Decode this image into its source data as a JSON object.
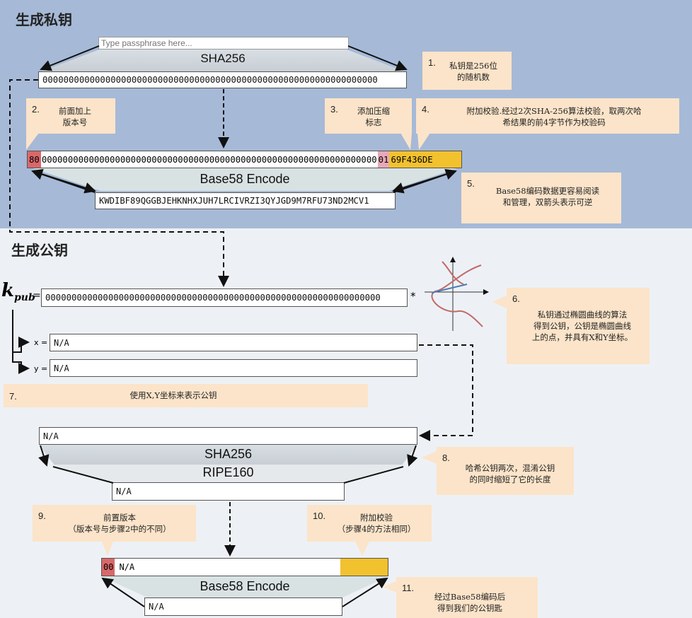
{
  "private_key_section": {
    "title": "生成私钥",
    "passphrase_placeholder": "Type passphrase here...",
    "sha256_label": "SHA256",
    "private_key_value": "0000000000000000000000000000000000000000000000000000000000000000",
    "version_prefix": "80",
    "compress_flag": "01",
    "checksum": "69F436DE",
    "extended_key_body": "0000000000000000000000000000000000000000000000000000000000000000",
    "base58_label": "Base58 Encode",
    "wif_value": "KWDIBF89QGGBJEHKNHXJUH7LRCIVRZI3QYJGD9M7RFU73ND2MCV1"
  },
  "public_key_section": {
    "title": "生成公钥",
    "kpub_symbol": "k",
    "kpub_sub": "pub",
    "equals": "=",
    "kpub_value": "0000000000000000000000000000000000000000000000000000000000000000",
    "multiply": "*",
    "x_label": "x =",
    "x_value": "N/A",
    "y_label": "y =",
    "y_value": "N/A",
    "concat_value": "N/A",
    "sha256_label": "SHA256",
    "ripe_label": "RIPE160",
    "ripe_value": "N/A",
    "version_prefix": "00",
    "address_body": "N/A",
    "base58_label": "Base58 Encode",
    "address_value": "N/A"
  },
  "notes": [
    {
      "num": "1.",
      "lines": [
        "私钥是256位",
        "的随机数"
      ]
    },
    {
      "num": "2.",
      "lines": [
        "前面加上",
        "版本号"
      ]
    },
    {
      "num": "3.",
      "lines": [
        "添加压缩",
        "标志"
      ]
    },
    {
      "num": "4.",
      "lines": [
        "附加校验.经过2次SHA-256算法校验，取两次哈",
        "希结果的前4字节作为校验码"
      ]
    },
    {
      "num": "5.",
      "lines": [
        "Base58编码数据更容易阅读",
        "和管理，双箭头表示可逆"
      ]
    },
    {
      "num": "6.",
      "lines": [
        "私钥通过椭圆曲线的算法",
        "得到公钥，公钥是椭圆曲线",
        "上的点，并具有X和Y坐标。"
      ]
    },
    {
      "num": "7.",
      "lines": [
        "使用X,Y坐标来表示公钥"
      ]
    },
    {
      "num": "8.",
      "lines": [
        "哈希公钥两次，混淆公钥",
        "的同时缩短了它的长度"
      ]
    },
    {
      "num": "9.",
      "lines": [
        "前置版本",
        "（版本号与步骤2中的不同）"
      ]
    },
    {
      "num": "10.",
      "lines": [
        "附加校验",
        "（步骤4的方法相同）"
      ]
    },
    {
      "num": "11.",
      "lines": [
        "经过Base58编码后",
        "得到我们的公钥匙"
      ]
    }
  ],
  "colors": {
    "top_bg": "#a6b9d7",
    "bottom_bg": "#edf1f5",
    "note_bg": "#fbe4c9",
    "version_red": "#d9686a",
    "compress_pink": "#e8a8b8",
    "checksum_yellow": "#f2c12e"
  }
}
